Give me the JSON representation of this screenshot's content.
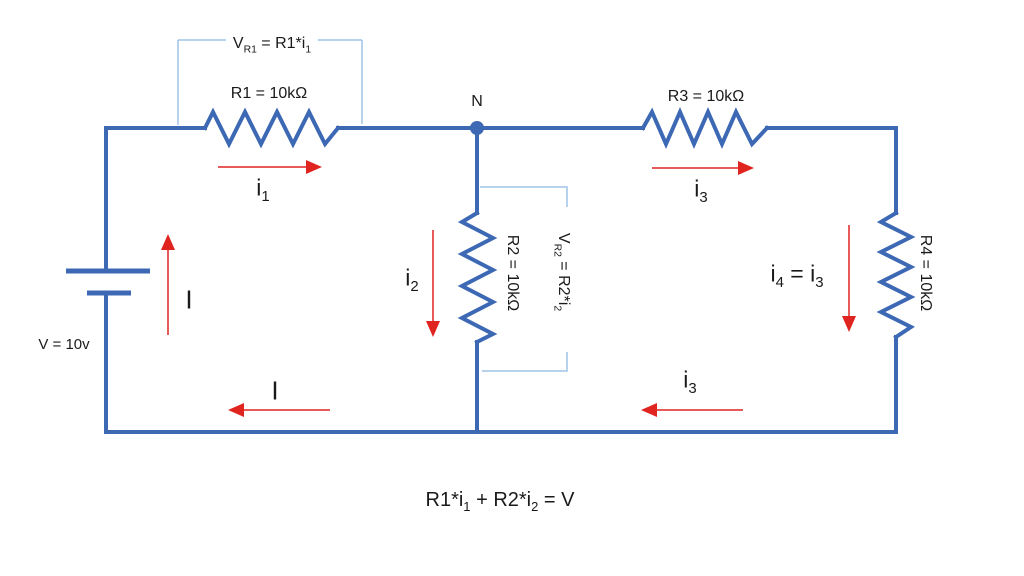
{
  "colors": {
    "wire": "#3C68B4",
    "bracket": "#9DC3E6",
    "arrow": "#E02420",
    "text": "#1A1A1A",
    "bg": "#FFFFFF"
  },
  "labels": {
    "vr1": "V_{R1} = R1*i_{1}",
    "r1": "R1 = 10kΩ",
    "node": "N",
    "r3": "R3 = 10kΩ",
    "i1": "i_{1}",
    "i3_top": "i_{3}",
    "i2": "i_{2}",
    "r2": "R2 = 10kΩ",
    "vr2": "V_{R2} = R2*i_{2}",
    "i4_eq_i3": "i_{4} = i_{3}",
    "r4": "R4 = 10kΩ",
    "current_left": "I",
    "source_voltage": "V = 10v",
    "current_bottom": "I",
    "i3_bottom": "i_{3}",
    "equation": "R1*i_{1} + R2*i_{2} = V"
  }
}
